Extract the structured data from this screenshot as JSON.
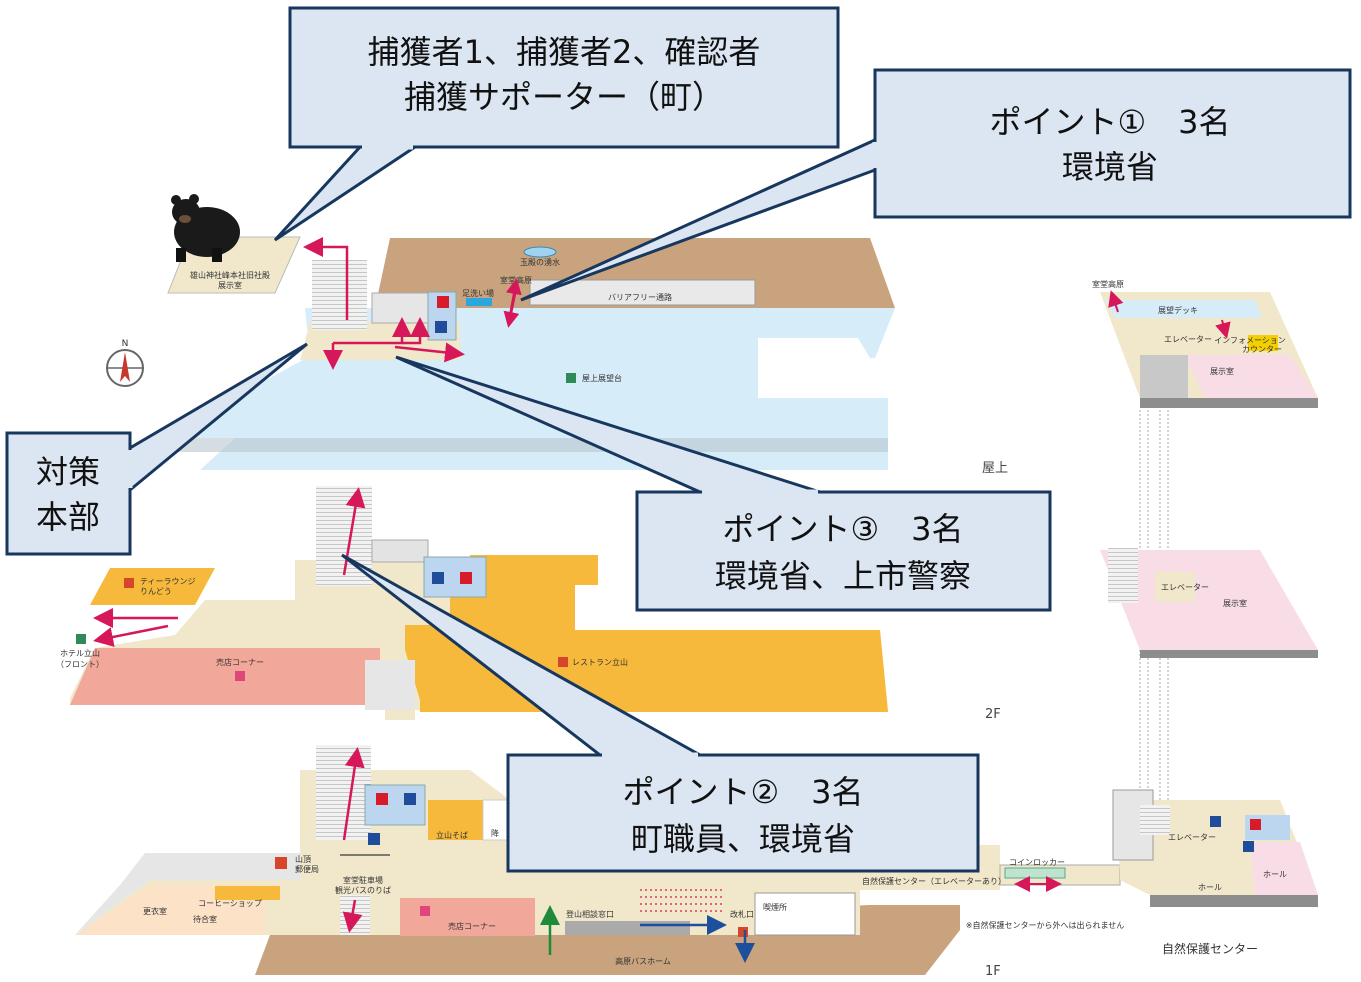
{
  "floors": {
    "rooftop": "屋上",
    "f2": "2F",
    "f1": "1F"
  },
  "compass": "N",
  "callouts": {
    "capture_team": {
      "line1": "捕獲者1、捕獲者2、確認者",
      "line2": "捕獲サポーター（町）"
    },
    "point1": {
      "line1": "ポイント①　3名",
      "line2": "環境省"
    },
    "hq": {
      "line1": "対策",
      "line2": "本部"
    },
    "point3": {
      "line1": "ポイント③　3名",
      "line2": "環境省、上市警察"
    },
    "point2": {
      "line1": "ポイント②　3名",
      "line2": "町職員、環境省"
    }
  },
  "rooftop_labels": {
    "shrine_line1": "雄山神社峰本社旧社殿",
    "shrine_line2": "展示室",
    "spring": "玉殿の湧水",
    "murodo_plateau": "室堂高原",
    "footbath": "足洗い場",
    "barrier_free": "バリアフリー通路",
    "observation": "屋上展望台"
  },
  "floor2_labels": {
    "tea_lounge_line1": "ティーラウンジ",
    "tea_lounge_line2": "りんどう",
    "hotel_line1": "ホテル立山",
    "hotel_line2": "（フロント）",
    "shop_corner": "売店コーナー",
    "restaurant": "レストラン立山"
  },
  "floor1_labels": {
    "tateyama_soba": "立山そば",
    "soba_cut": "降",
    "post_line1": "山頂",
    "post_line2": "郵便局",
    "bus_line1": "室堂駐車場",
    "bus_line2": "観光バスのりば",
    "coffee_shop": "コーヒーショップ",
    "changing_room": "更衣室",
    "waiting_room": "待合室",
    "shop_corner": "売店コーナー",
    "mountain_consult": "登山相談窓口",
    "ticket_gate": "改札口",
    "smoking": "喫煙所",
    "bus_home": "高原バスホーム",
    "coin_locker": "コインロッカー",
    "nature_center_elev": "自然保護センター（エレベーターあり）",
    "note": "※自然保護センターから外へは出られません"
  },
  "annex_labels": {
    "murodo_plateau": "室堂高原",
    "deck": "展望デッキ",
    "elevator": "エレベーター",
    "info_line1": "インフォメーション",
    "info_line2": "カウンター",
    "exhibit": "展示室",
    "f2_elevator": "エレベーター",
    "f2_exhibit": "展示室",
    "f1_elevator": "エレベーター",
    "hall1": "ホール",
    "hall2": "ホール",
    "nature_center": "自然保護センター"
  },
  "colors": {
    "callout_fill": "#dce6f2",
    "callout_stroke": "#17375e",
    "rooftop_blue": "#d6ecf8",
    "beige": "#f1e8cc",
    "brown": "#c9a37e",
    "orange": "#f6b93b",
    "salmon": "#f1a89a",
    "pink_room": "#f9dde6",
    "arrow_red": "#d6175a",
    "arrow_blue": "#1d4f9c",
    "arrow_green": "#1e8a3a"
  }
}
